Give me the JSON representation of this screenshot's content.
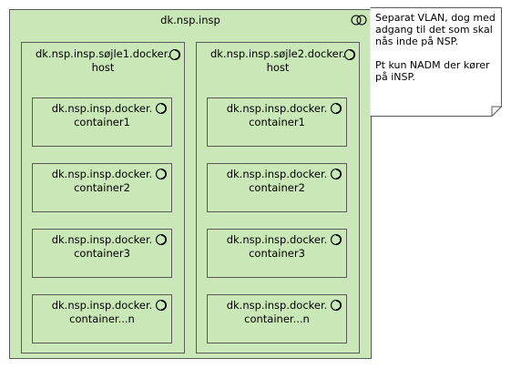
{
  "diagram": {
    "outer": {
      "label": "dk.nsp.insp"
    },
    "hosts": [
      {
        "label_line1": "dk.nsp.insp.søjle1.docker.",
        "label_line2": "host",
        "containers": [
          {
            "line1": "dk.nsp.insp.docker.",
            "line2": "container1"
          },
          {
            "line1": "dk.nsp.insp.docker.",
            "line2": "container2"
          },
          {
            "line1": "dk.nsp.insp.docker.",
            "line2": "container3"
          },
          {
            "line1": "dk.nsp.insp.docker.",
            "line2": "container...n"
          }
        ]
      },
      {
        "label_line1": "dk.nsp.insp.søjle2.docker.",
        "label_line2": "host",
        "containers": [
          {
            "line1": "dk.nsp.insp.docker.",
            "line2": "container1"
          },
          {
            "line1": "dk.nsp.insp.docker.",
            "line2": "container2"
          },
          {
            "line1": "dk.nsp.insp.docker.",
            "line2": "container3"
          },
          {
            "line1": "dk.nsp.insp.docker.",
            "line2": "container...n"
          }
        ]
      }
    ],
    "note": {
      "paragraph1": "Separat VLAN, dog med adgang til det som skal nås inde på NSP.",
      "paragraph2": "Pt kun NADM der kører på iNSP."
    },
    "colors": {
      "fill": "#c9e7b7",
      "border": "#5a5a5a",
      "note_fill": "#ffffff"
    },
    "icons": {
      "outer": "service-icon",
      "nodes": "ring-icon"
    }
  }
}
